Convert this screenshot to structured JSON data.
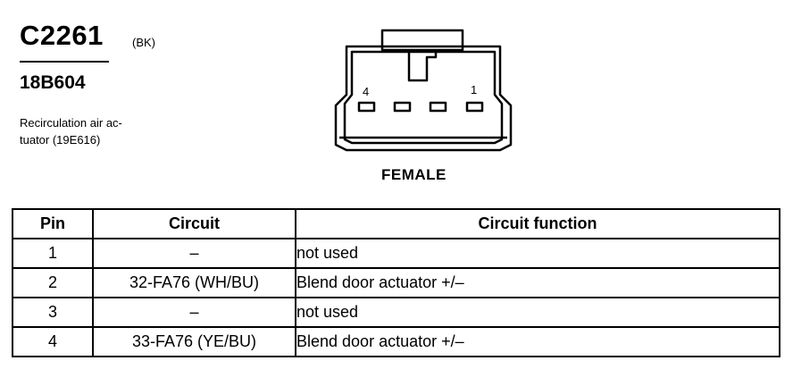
{
  "connector": {
    "id": "C2261",
    "color_code": "(BK)",
    "part_number": "18B604",
    "description_lines": [
      "Recirculation air ac-",
      "tuator (19E616)"
    ],
    "view": "FEMALE",
    "pin_labels": {
      "left": "4",
      "right": "1"
    }
  },
  "table": {
    "headers": {
      "pin": "Pin",
      "circuit": "Circuit",
      "function": "Circuit function"
    },
    "rows": [
      {
        "pin": "1",
        "circuit": "–",
        "function": "not used"
      },
      {
        "pin": "2",
        "circuit": "32-FA76 (WH/BU)",
        "function": "Blend door actuator +/–"
      },
      {
        "pin": "3",
        "circuit": "–",
        "function": "not used"
      },
      {
        "pin": "4",
        "circuit": "33-FA76 (YE/BU)",
        "function": "Blend door actuator +/–"
      }
    ]
  }
}
